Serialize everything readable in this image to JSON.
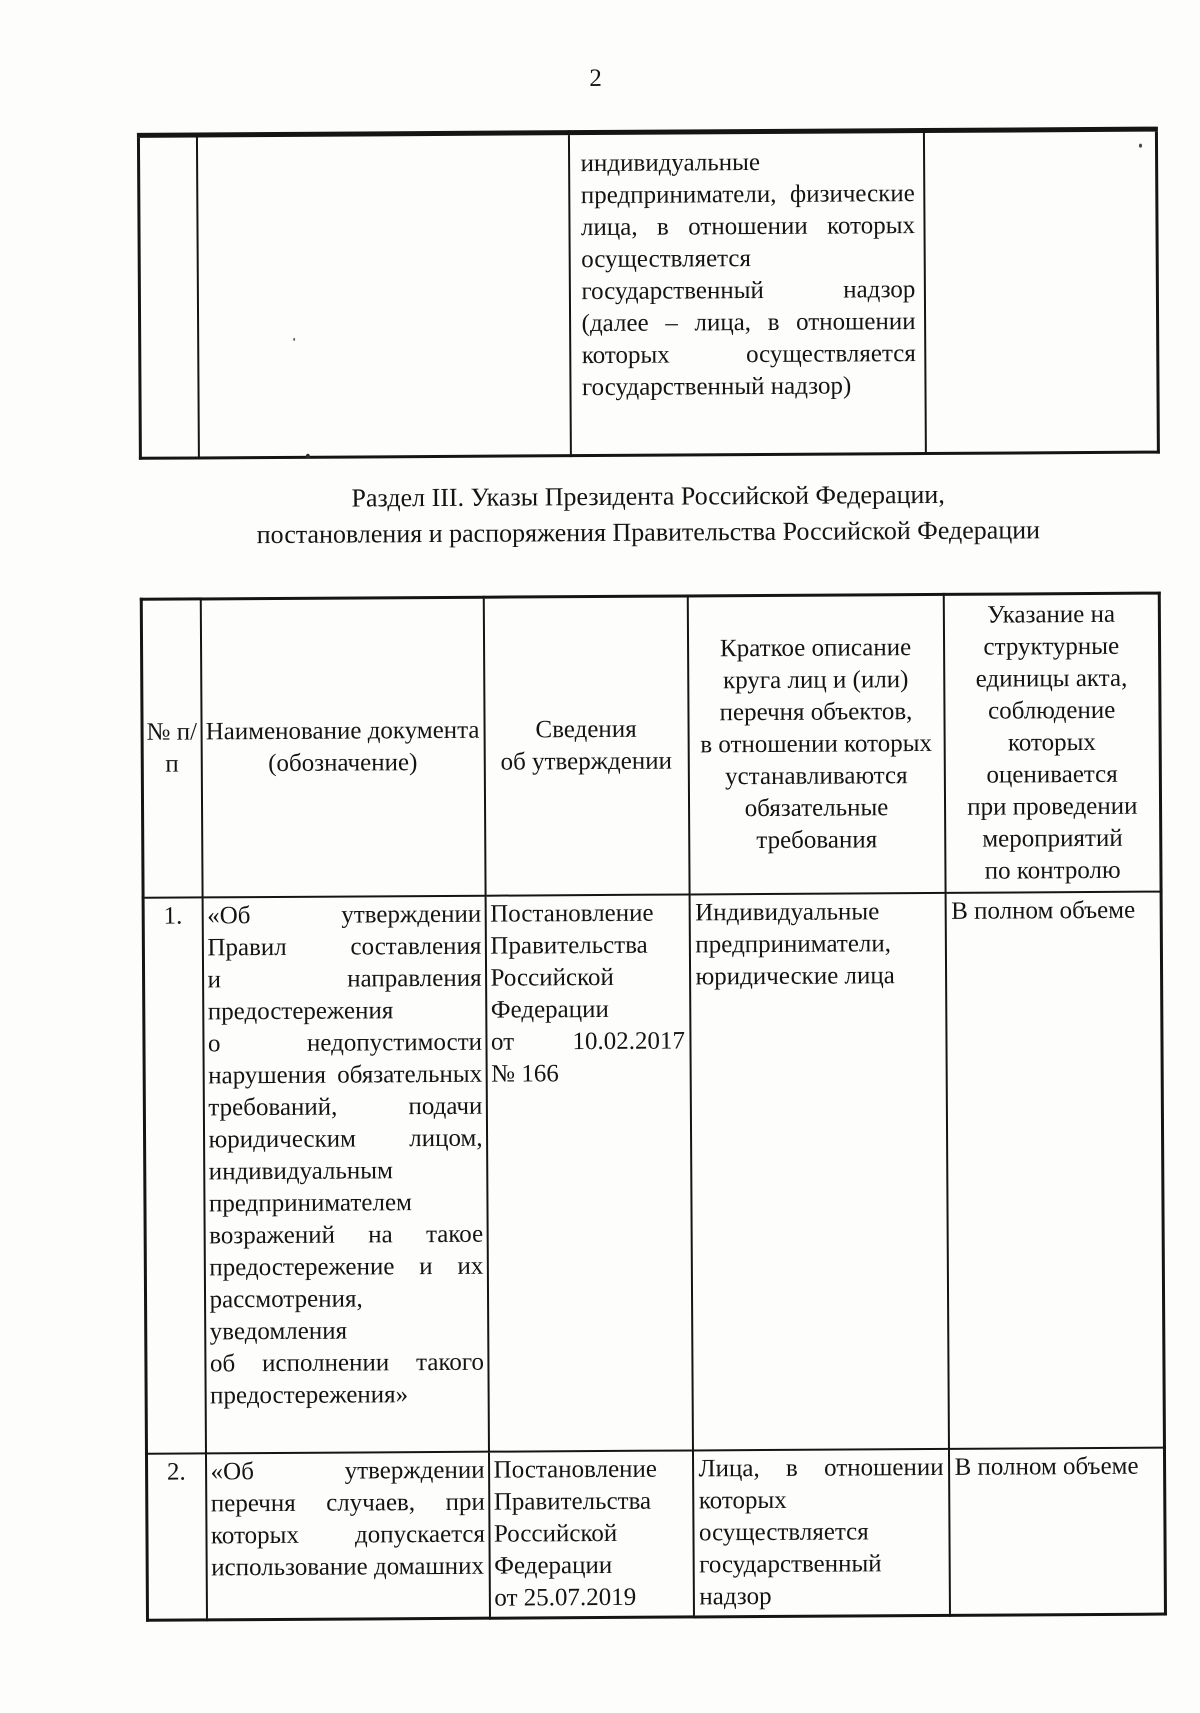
{
  "page": {
    "number": "2"
  },
  "continuation_table": {
    "scope_cell": "индивидуальные предприниматели, физические лица, в отношении которых осуществляется государственный надзор (далее – лица, в отношении которых осуществляется государственный надзор)"
  },
  "section_heading": {
    "line1": "Раздел III. Указы Президента Российской Федерации,",
    "line2": "постановления и распоряжения Правительства Российской Федерации"
  },
  "main_table": {
    "headers": [
      "№ п/п",
      "Наименование документа (обозначение)",
      "Сведения об утверждении",
      "Краткое описание круга лиц и (или) перечня объектов, в отношении которых устанавливаются обязательные требования",
      "Указание на структурные единицы акта, соблюдение которых оценивается при проведении мероприятий по контролю"
    ],
    "rows": [
      {
        "num": "1.",
        "title": "«Об утверждении Правил составления и направления предостережения о недопустимости нарушения обязательных требований, подачи юридическим лицом, индивидуальным предпринимателем возражений на такое предостережение и их рассмотрения, уведомления об исполнении такого предостережения»",
        "approval": "Постановление Правительства Российской Федерации от 10.02.2017 № 166",
        "scope": "Индивидуальные предприниматели, юридические лица",
        "units": "В полном объеме"
      },
      {
        "num": "2.",
        "title": "«Об утверждении перечня случаев, при которых допускается использование домашних",
        "approval": "Постановление Правительства Российской Федерации от 25.07.2019",
        "scope": "Лица, в отношении которых осуществляется государственный надзор",
        "units": "В полном объеме"
      }
    ]
  }
}
